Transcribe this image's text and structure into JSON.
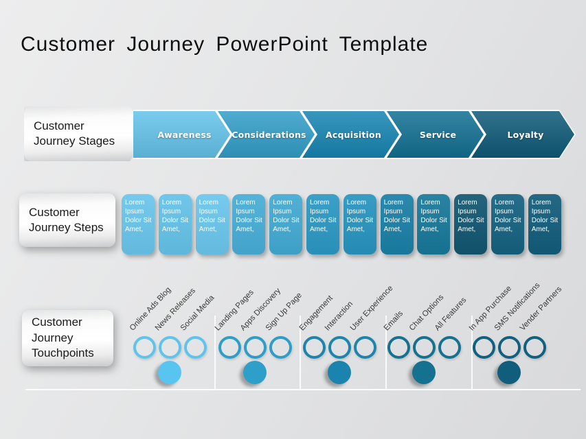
{
  "title": "Customer Journey PowerPoint Template",
  "rows": {
    "stages": {
      "label": "Customer\nJourney Stages",
      "items": [
        {
          "label": "Awareness",
          "color": "#64c3ea"
        },
        {
          "label": "Considerations",
          "color": "#339ec8"
        },
        {
          "label": "Acquisition",
          "color": "#1785b2"
        },
        {
          "label": "Service",
          "color": "#127092"
        },
        {
          "label": "Loyalty",
          "color": "#0f5a78"
        }
      ]
    },
    "steps": {
      "label": "Customer\nJourney Steps",
      "card_text": "Lorem Ipsum Dolor Sit Amet,",
      "card_colors": [
        "#69c5eb",
        "#64c2e8",
        "#6ac6ec",
        "#47add6",
        "#42a9d2",
        "#2b98c3",
        "#2794bf",
        "#1a7fa6",
        "#177899",
        "#115670",
        "#14617f",
        "#125c7a"
      ]
    },
    "touchpoints": {
      "label": "Customer\nJourney\nTouchpoints",
      "groups": [
        {
          "outline_color": "#5fc3ec",
          "fill_color": "#58c5f0",
          "labels": [
            "Online Ads Blog",
            "News Releases",
            "Social Media"
          ]
        },
        {
          "outline_color": "#2e9dc7",
          "fill_color": "#2e9fc9",
          "labels": [
            "Landing Pages",
            "Apps Discovery",
            "Sign Up Page"
          ]
        },
        {
          "outline_color": "#1c84ad",
          "fill_color": "#1a84ae",
          "labels": [
            "Engagement",
            "Interaction",
            "User Experience"
          ]
        },
        {
          "outline_color": "#15718f",
          "fill_color": "#14718f",
          "labels": [
            "Emails",
            "Chat Options",
            "All Features"
          ]
        },
        {
          "outline_color": "#11607f",
          "fill_color": "#115d7c",
          "labels": [
            "In App Purchase",
            "SMS Notifications",
            "Vender Partners"
          ]
        }
      ],
      "divider_color": "#ffffff"
    }
  }
}
